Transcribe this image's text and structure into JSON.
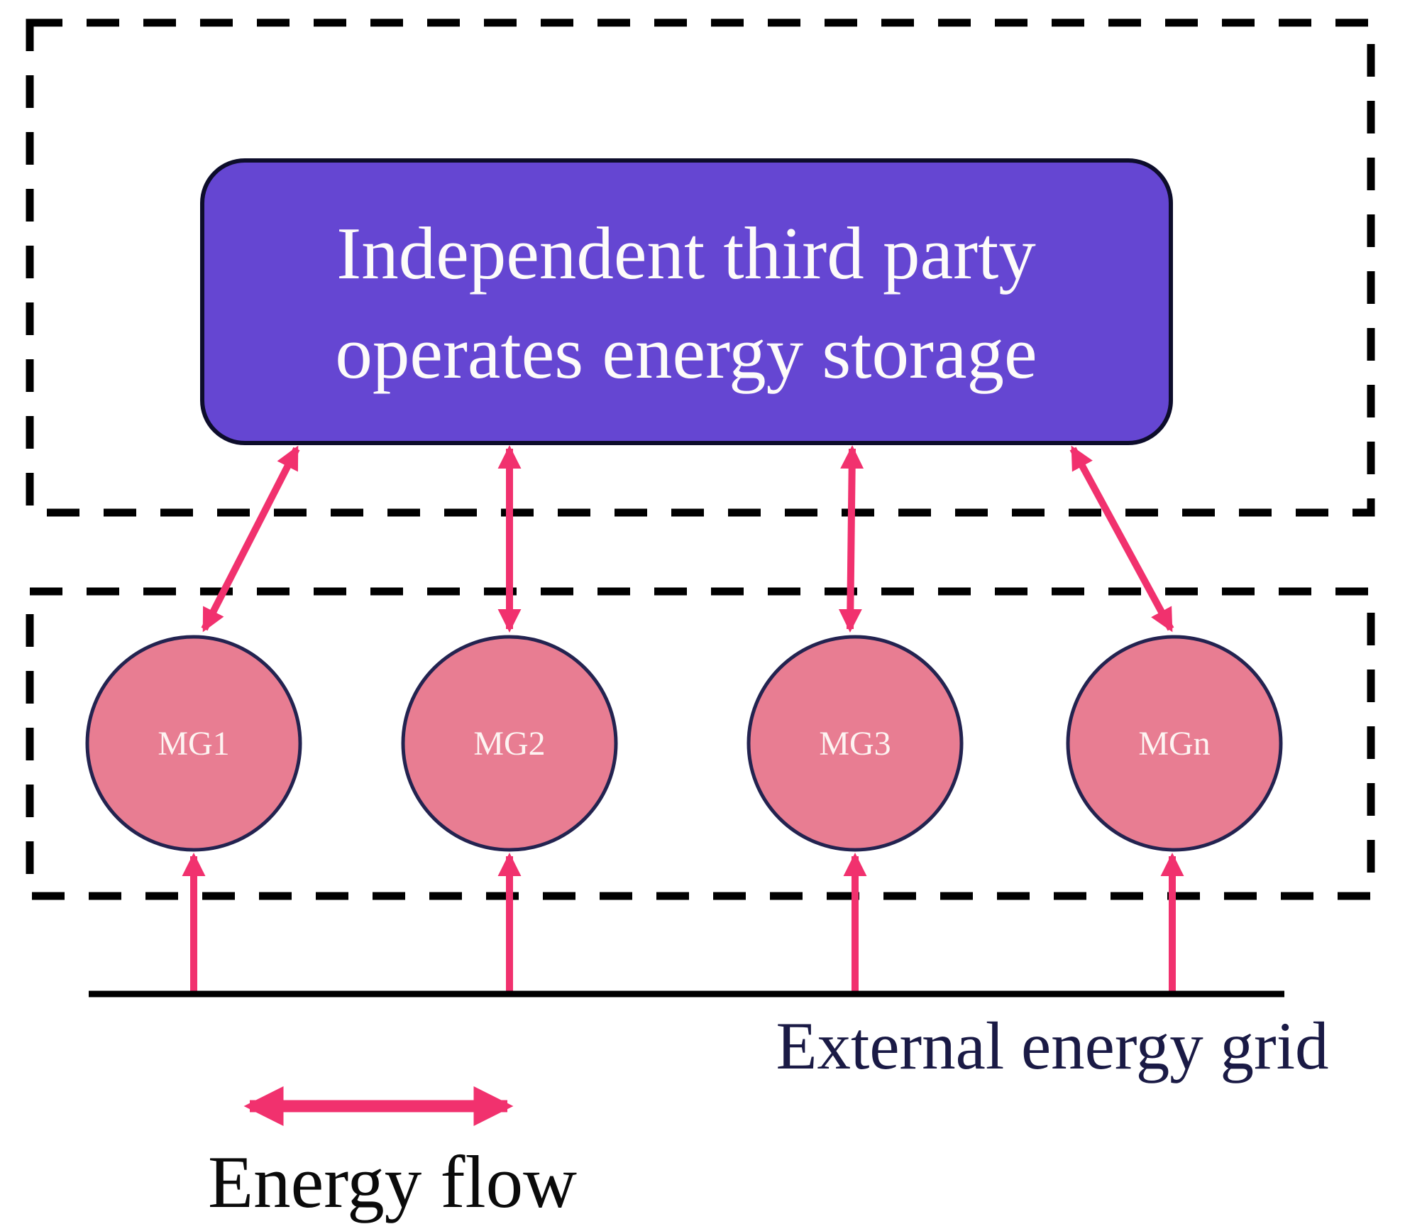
{
  "title_box": {
    "line1": "Independent third party",
    "line2": "operates energy storage"
  },
  "microgrids": [
    {
      "label": "MG1"
    },
    {
      "label": "MG2"
    },
    {
      "label": "MG3"
    },
    {
      "label": "MGn"
    }
  ],
  "external_grid": {
    "label": "External energy grid"
  },
  "legend": {
    "label": "Energy flow"
  },
  "colors": {
    "storage_box_fill": "#6546D2",
    "storage_box_border": "#0D0D2B",
    "microgrid_fill": "#E87D92",
    "microgrid_border": "#232350",
    "energy_arrow": "#F1316E",
    "dashed_border": "#000000",
    "grid_line": "#000000",
    "grid_label_text": "#1A1A45",
    "legend_text": "#0A0A0A",
    "box_text": "#FDFBFA"
  }
}
